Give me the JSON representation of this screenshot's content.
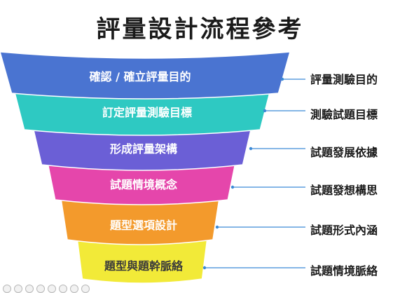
{
  "title": "評量設計流程參考",
  "stages": [
    {
      "label": "確認 / 確立評量目的",
      "color": "#4a74d1",
      "note": "評量測驗目的"
    },
    {
      "label": "訂定評量測驗目標",
      "color": "#2ec9c2",
      "note": "測驗試題目標"
    },
    {
      "label": "形成評量架構",
      "color": "#6b5fd6",
      "note": "試題發展依據"
    },
    {
      "label": "試題情境概念",
      "color": "#e546ab",
      "note": "試題發想構思"
    },
    {
      "label": "題型選項設計",
      "color": "#f39a2c",
      "note": "試題形式內涵"
    },
    {
      "label": "題型與題幹脈絡",
      "color": "#f2ea38",
      "note": "試題情境脈絡"
    }
  ],
  "connector_color": "#3c8ad6"
}
